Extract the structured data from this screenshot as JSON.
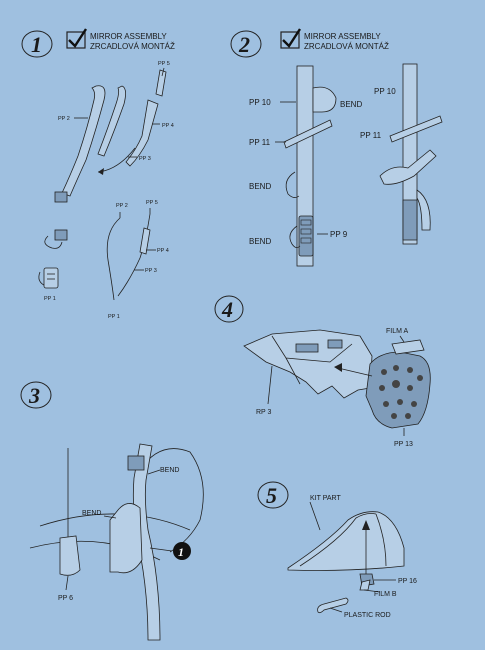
{
  "steps": {
    "s1": {
      "number": "1",
      "title_line1": "MIRROR ASSEMBLY",
      "title_line2": "ZRCADLOVÁ MONTÁŽ",
      "labels": {
        "pp5_a": "PP 5",
        "pp2_a": "PP 2",
        "pp4_a": "PP 4",
        "pp3_a": "PP 3",
        "pp2_b": "PP 2",
        "pp5_b": "PP 5",
        "pp4_b": "PP 4",
        "pp3_b": "PP 3",
        "pp1_a": "PP 1",
        "pp1_b": "PP 1"
      }
    },
    "s2": {
      "number": "2",
      "title_line1": "MIRROR ASSEMBLY",
      "title_line2": "ZRCADLOVÁ MONTÁŽ",
      "labels": {
        "pp10_a": "PP 10",
        "bend_a": "BEND",
        "pp11_a": "PP 11",
        "bend_b": "BEND",
        "bend_c": "BEND",
        "pp9": "PP 9",
        "pp10_b": "PP 10",
        "pp11_b": "PP 11"
      }
    },
    "s3": {
      "number": "3",
      "callout": "1",
      "labels": {
        "bend_a": "BEND",
        "bend_b": "BEND",
        "pp6": "PP 6"
      }
    },
    "s4": {
      "number": "4",
      "labels": {
        "film_a": "FILM A",
        "rp3": "RP 3",
        "pp13": "PP 13"
      }
    },
    "s5": {
      "number": "5",
      "labels": {
        "kit_part": "KIT PART",
        "pp16": "PP 16",
        "film_b": "FILM B",
        "plastic_rod": "PLASTIC ROD"
      }
    }
  }
}
